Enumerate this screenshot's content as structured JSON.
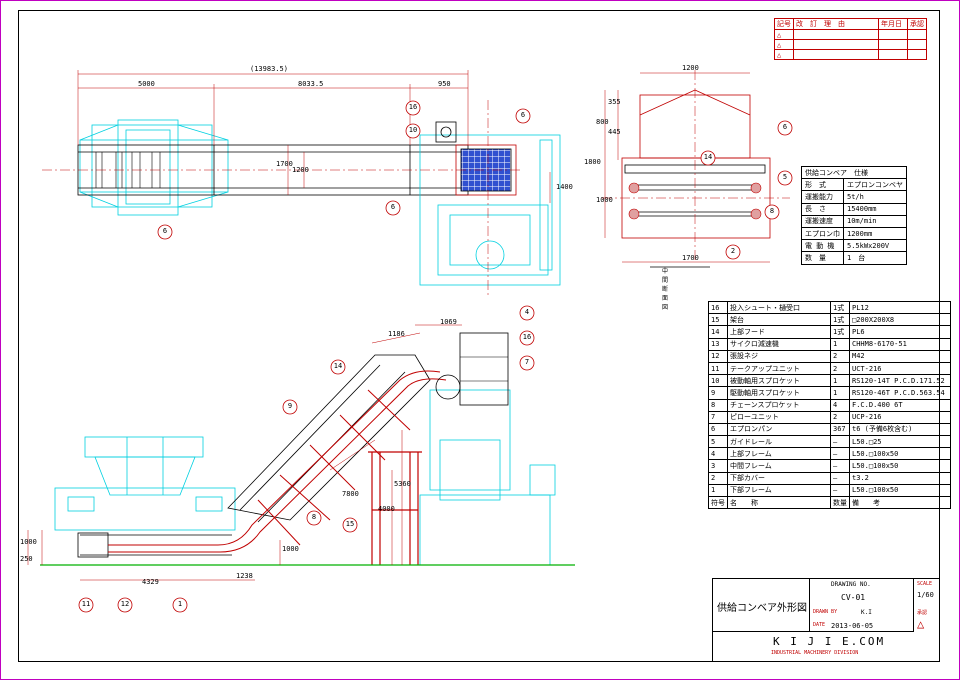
{
  "drawing": {
    "title": "供給コンベア外形図",
    "drawing_no_label": "DRAWING NO.",
    "drawing_no": "CV-01",
    "scale_label": "SCALE",
    "scale": "1/60",
    "drawn_by_label": "DRAWN BY",
    "drawn_by": "K.I",
    "date_label": "DATE",
    "date": "2013-06-05",
    "company": "K I J I E.COM",
    "division": "INDUSTRIAL MACHINERY DIVISION",
    "approval_label": "承認"
  },
  "revision_headers": [
    "記号",
    "改　訂　理　由",
    "年月日",
    "承認"
  ],
  "section_label": "中間断面図",
  "spec": {
    "title": "供給コンベア　仕様",
    "rows": [
      [
        "形　式",
        "エプロンコンベヤ"
      ],
      [
        "運搬能力",
        "5t/h"
      ],
      [
        "長　さ",
        "15400mm"
      ],
      [
        "運搬速度",
        "10m/min"
      ],
      [
        "エプロン巾",
        "1200mm"
      ],
      [
        "電 動 機",
        "5.5kWx200V"
      ],
      [
        "数　量",
        "1　台"
      ]
    ]
  },
  "parts": [
    [
      "16",
      "投入シュート・樋受口",
      "1式",
      "PL12"
    ],
    [
      "15",
      "架台",
      "1式",
      "□200X200X8"
    ],
    [
      "14",
      "上部フード",
      "1式",
      "PL6"
    ],
    [
      "13",
      "サイクロ減速機",
      "1",
      "CHHM8-6170-51"
    ],
    [
      "12",
      "張設ネジ",
      "2",
      "M42"
    ],
    [
      "11",
      "テークアップユニット",
      "2",
      "UCT-216"
    ],
    [
      "10",
      "被動軸用スプロケット",
      "1",
      "RS120-14T P.C.D.171.52"
    ],
    [
      "9",
      "駆動軸用スプロケット",
      "1",
      "RS120-46T P.C.D.563.54"
    ],
    [
      "8",
      "チェーンスプロケット",
      "4",
      "F.C.D.400 6T"
    ],
    [
      "7",
      "ピローユニット",
      "2",
      "UCP-216"
    ],
    [
      "6",
      "エプロンパン",
      "367",
      "t6 (予備6枚含む)"
    ],
    [
      "5",
      "ガイドレール",
      "—",
      "L50.□25"
    ],
    [
      "4",
      "上部フレーム",
      "—",
      "L50.□100x50"
    ],
    [
      "3",
      "中間フレーム",
      "—",
      "L50.□100x50"
    ],
    [
      "2",
      "下部カバー",
      "—",
      "t3.2"
    ],
    [
      "1",
      "下部フレーム",
      "—",
      "L50.□100x50"
    ]
  ],
  "parts_header": [
    "符号",
    "名　　称",
    "数量",
    "備　　考"
  ],
  "dims": {
    "overall": "(13983.5)",
    "d5000": "5000",
    "d8033": "8033.5",
    "d950": "950",
    "d1700a": "1700",
    "d1200a": "1200",
    "d1400": "1400",
    "d1200s": "1200",
    "d355": "355",
    "d445": "445",
    "d800": "800",
    "d1800": "1800",
    "d1000": "1000",
    "d1700s": "1700",
    "d1186": "1186",
    "d1069": "1069",
    "d7800": "7800",
    "d5360": "5360",
    "d4000": "4000",
    "d1000b": "1000",
    "d4329": "4329",
    "d1238": "1238",
    "d250": "250",
    "d1000c": "1000"
  },
  "balloons": [
    "16",
    "10",
    "6",
    "6",
    "6",
    "14",
    "6",
    "5",
    "8",
    "2",
    "4",
    "16",
    "7",
    "9",
    "14",
    "8",
    "15",
    "11",
    "12",
    "1"
  ]
}
